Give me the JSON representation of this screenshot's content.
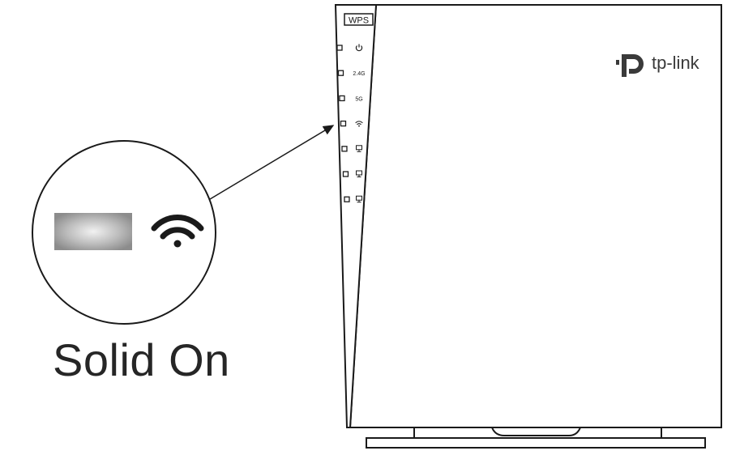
{
  "callout": {
    "caption": "Solid On",
    "led_state": "solid-on",
    "icon": "wifi-icon"
  },
  "device": {
    "brand": "tp-link",
    "logo_icon": "tp-link-logo-icon",
    "wps_label": "WPS",
    "leds": [
      {
        "id": "power",
        "icon": "power-icon",
        "label": ""
      },
      {
        "id": "2.4g",
        "icon": "",
        "label": "2.4G"
      },
      {
        "id": "5g",
        "icon": "",
        "label": "5G"
      },
      {
        "id": "wireless",
        "icon": "wifi-icon",
        "label": ""
      },
      {
        "id": "ethernet-1",
        "icon": "monitor-icon",
        "label": ""
      },
      {
        "id": "ethernet-2",
        "icon": "monitor-icon",
        "label": ""
      },
      {
        "id": "ethernet-3",
        "icon": "monitor-icon",
        "label": ""
      }
    ]
  },
  "colors": {
    "line": "#1a1a1a",
    "led_glow_center": "#f2f2f2",
    "led_glow_edge": "#8c8c8c",
    "text": "#262626"
  }
}
